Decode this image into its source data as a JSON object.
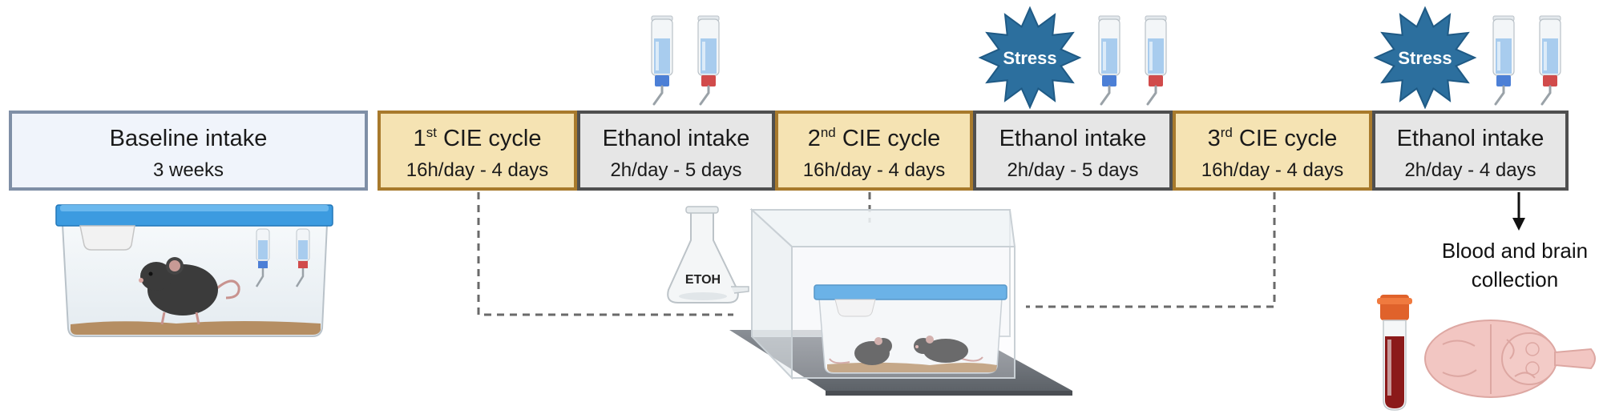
{
  "timeline": [
    {
      "title": "Baseline  intake",
      "title_sup": "",
      "title_rest": "",
      "subtitle": "3 weeks",
      "kind": "baseline"
    },
    {
      "title": "1",
      "title_sup": "st",
      "title_rest": " CIE cycle",
      "subtitle": "16h/day - 4 days",
      "kind": "cie"
    },
    {
      "title": "Ethanol intake",
      "title_sup": "",
      "title_rest": "",
      "subtitle": "2h/day - 5 days",
      "kind": "intake"
    },
    {
      "title": "2",
      "title_sup": "nd",
      "title_rest": " CIE cycle",
      "subtitle": "16h/day - 4 days",
      "kind": "cie"
    },
    {
      "title": "Ethanol intake",
      "title_sup": "",
      "title_rest": "",
      "subtitle": "2h/day - 5 days",
      "kind": "intake"
    },
    {
      "title": "3",
      "title_sup": "rd",
      "title_rest": " CIE cycle",
      "subtitle": "16h/day - 4 days",
      "kind": "cie"
    },
    {
      "title": "Ethanol intake",
      "title_sup": "",
      "title_rest": "",
      "subtitle": "2h/day - 4 days",
      "kind": "intake"
    }
  ],
  "stress_label": "Stress",
  "flask_label": "ETOH",
  "collection_label_line1": "Blood and brain",
  "collection_label_line2": "collection",
  "colors": {
    "baseline_fill": "#f0f4fb",
    "baseline_border": "#7f8fa6",
    "cie_fill": "#f5e3b3",
    "cie_border": "#a87a2c",
    "intake_fill": "#e6e6e6",
    "intake_border": "#4f4f4f",
    "stress_fill": "#2c6f9e",
    "lid_blue": "#3c9be0",
    "bottle_liquid": "#a8ccee",
    "blue_cap": "#4c7fd6",
    "red_cap": "#d14b4b",
    "bedding": "#b58e63",
    "blood": "#8b1a1a",
    "tube_cap": "#e0622b",
    "brain": "#f2c6c2"
  }
}
